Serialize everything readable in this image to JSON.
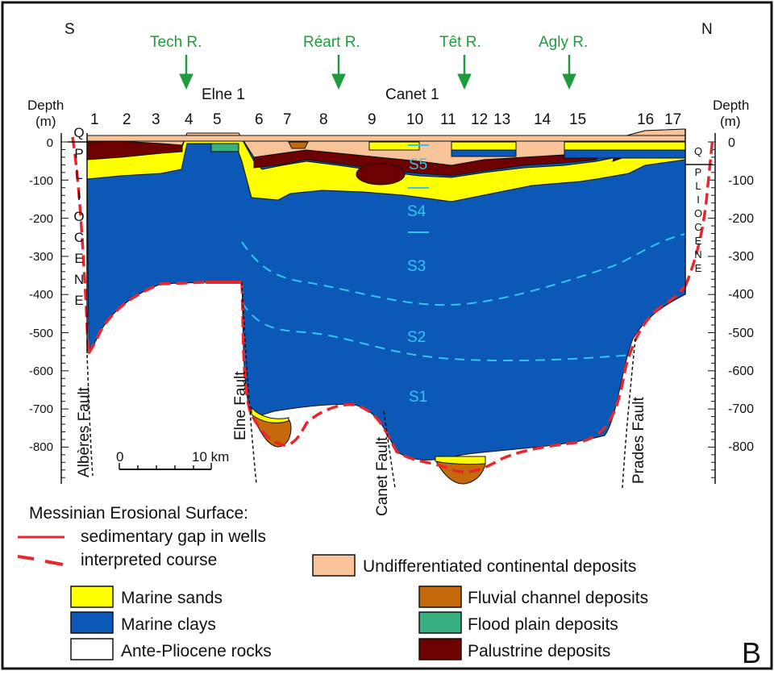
{
  "orientation": {
    "south": "S",
    "north": "N"
  },
  "rivers": [
    "Tech R.",
    "Réart R.",
    "Têt R.",
    "Agly R."
  ],
  "wells": [
    "Elne 1",
    "Canet 1"
  ],
  "site_numbers": [
    "1",
    "2",
    "3",
    "4",
    "5",
    "6",
    "7",
    "8",
    "9",
    "10",
    "11",
    "12",
    "13",
    "14",
    "15",
    "16",
    "17"
  ],
  "depth_axis": {
    "label_line1": "Depth",
    "label_line2": "(m)",
    "ticks": [
      "0",
      "-100",
      "-200",
      "-300",
      "-400",
      "-500",
      "-600",
      "-700",
      "-800"
    ]
  },
  "stratigraphy": {
    "left_column": [
      "Q",
      "P",
      "L",
      "I",
      "O",
      "C",
      "E",
      "N",
      "E"
    ],
    "right_column": [
      "Q",
      "P",
      "L",
      "I",
      "O",
      "C",
      "E",
      "N",
      "E"
    ]
  },
  "sequences": [
    "S5",
    "S4",
    "S3",
    "S2",
    "S1"
  ],
  "faults": [
    "Albères Fault",
    "Elne Fault",
    "Canet Fault",
    "Prades Fault"
  ],
  "scale_bar": {
    "start": "0",
    "end": "10 km"
  },
  "legend": {
    "title": "Messinian Erosional Surface:",
    "line_items": [
      "sedimentary gap in wells",
      "interpreted course"
    ],
    "units": [
      {
        "label": "Undifferentiated continental deposits",
        "color": "#f9c39a"
      },
      {
        "label": "Marine sands",
        "color": "#ffff00"
      },
      {
        "label": "Marine clays",
        "color": "#0b58b7"
      },
      {
        "label": "Ante-Pliocene rocks",
        "color": "#ffffff"
      },
      {
        "label": "Fluvial channel deposits",
        "color": "#c46a0c"
      },
      {
        "label": "Flood plain deposits",
        "color": "#38b07f"
      },
      {
        "label": "Palustrine deposits",
        "color": "#6d0000"
      }
    ]
  },
  "panel_letter": "B",
  "colors": {
    "river_text": "#1e9b3c",
    "sequence_text": "#33c6ee",
    "erosion_line": "#e8262d"
  }
}
